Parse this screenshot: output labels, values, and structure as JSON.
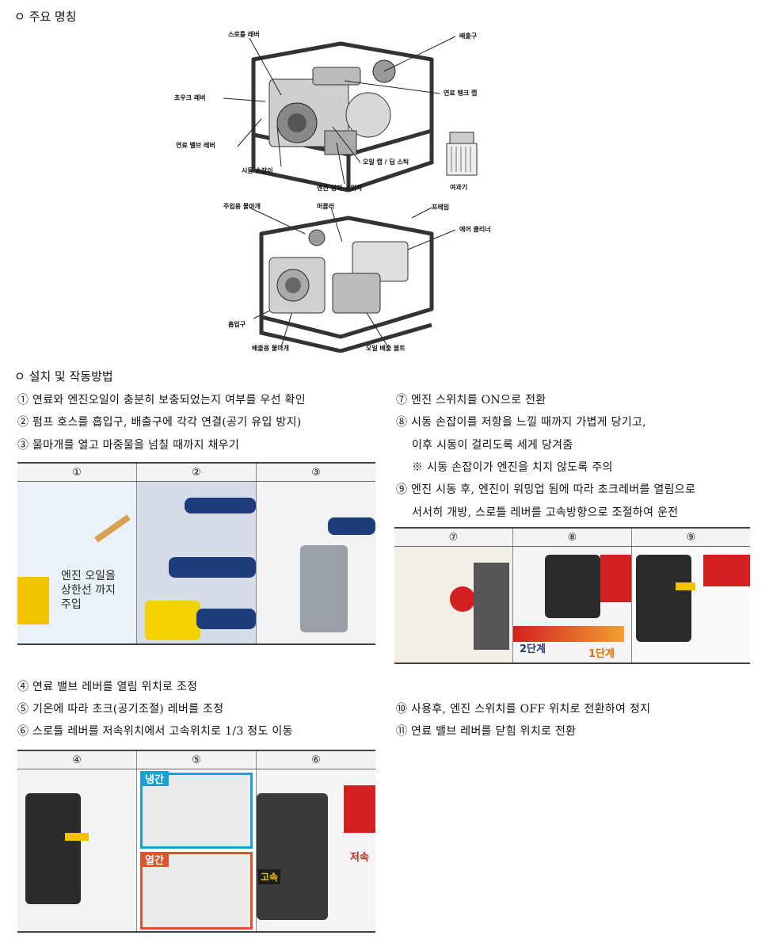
{
  "section1": {
    "heading": "ㅇ 주요 명칭",
    "labels": {
      "throttle_lever": "스로틀 레버",
      "outlet": "배출구",
      "choke_lever": "초우크 레버",
      "fuel_tank_cap": "연료 탱크 캡",
      "fuel_valve_lever": "연료 밸브 레버",
      "oil_cap_dipstick": "오일 캡 / 딥 스틱",
      "starter_handle": "시동 손잡이",
      "filter": "여과기",
      "engine_stop_switch": "엔진 정지 스위치",
      "priming_plug": "주입용 물마개",
      "muffler": "머플러",
      "frame": "프레임",
      "air_cleaner": "에어 클리너",
      "inlet": "흡입구",
      "drain_plug": "배출용 물마개",
      "oil_drain_bolt": "오일 배출 볼트"
    }
  },
  "section2": {
    "heading": "ㅇ 설치 및 작동방법",
    "steps_a": [
      "① 연료와 엔진오일이 충분히 보충되었는지 여부를 우선 확인",
      "② 펌프 호스를 흡입구, 배출구에 각각 연결(공기 유입 방지)",
      "③ 물마개를 열고 마중물을 넘칠 때까지 채우기"
    ],
    "steps_b": [
      "⑦ 엔진 스위치를 ON으로 전환",
      "⑧ 시동 손잡이를 저항을 느낄 때까지 가볍게 당기고,",
      "이후 시동이 걸리도록 세게 당겨줌",
      "※ 시동 손잡이가 엔진을 치지 않도록 주의",
      "⑨ 엔진 시동 후, 엔진이 워밍업 됨에 따라 초크레버를 열림으로",
      "서서히 개방, 스로틀 레버를 고속방향으로 조절하여 운전"
    ],
    "steps_c": [
      "④ 연료 밸브 레버를 열림 위치로 조정",
      "⑤ 기온에 따라 초크(공기조절) 레버를 조정",
      "⑥ 스로틀 레버를 저속위치에서 고속위치로 1/3 정도 이동"
    ],
    "steps_d": [
      "⑩ 사용후, 엔진 스위치를 OFF 위치로 전환하여 정지",
      "⑪ 연료 밸브 레버를 닫힘 위치로 전환"
    ],
    "table1": {
      "headers": [
        "①",
        "②",
        "③"
      ],
      "oil_note": [
        "엔진 오일을",
        "상한선 까지",
        "주입"
      ]
    },
    "table2": {
      "headers": [
        "⑦",
        "⑧",
        "⑨"
      ],
      "stage2": "2단계",
      "stage1": "1단계"
    },
    "table3": {
      "headers": [
        "④",
        "⑤",
        "⑥"
      ],
      "cold": "냉간",
      "hot": "열간",
      "high_speed": "고속",
      "low_speed": "저속"
    }
  }
}
